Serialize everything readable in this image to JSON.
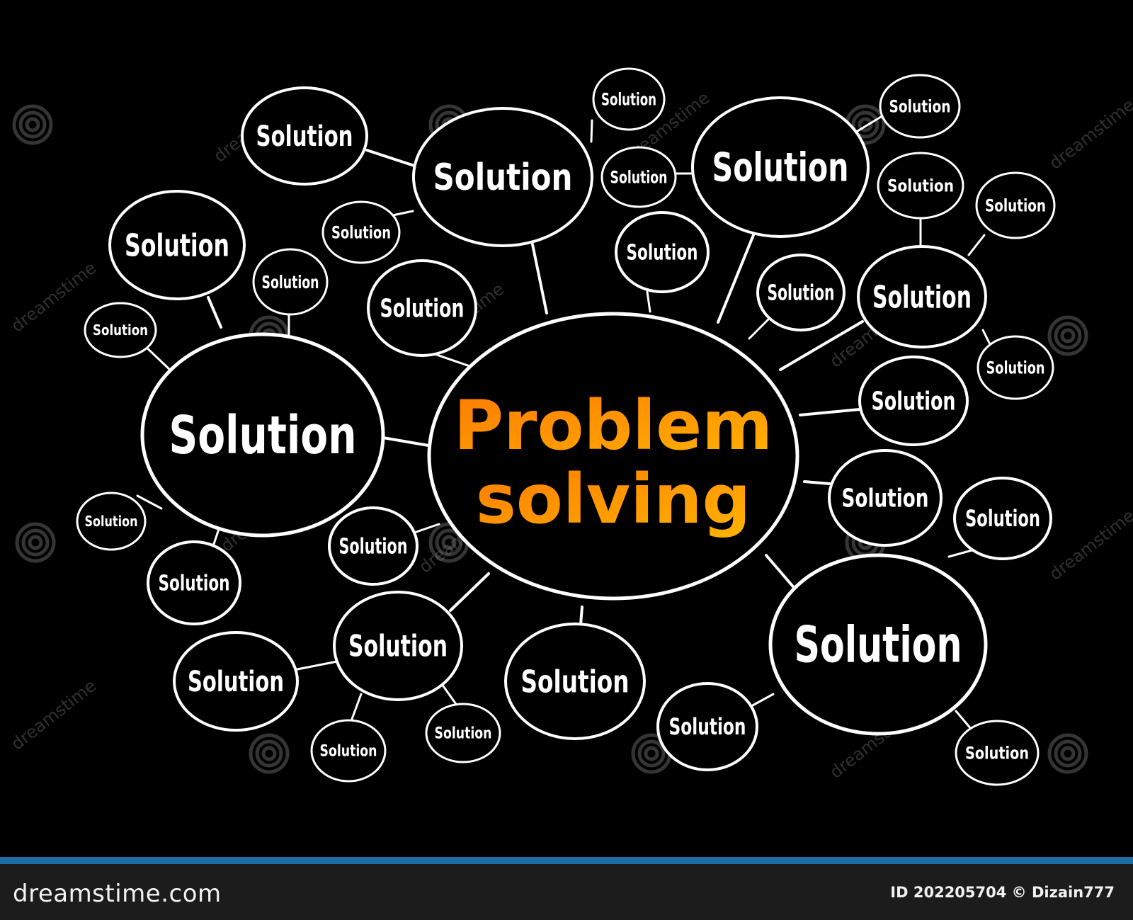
{
  "diagram": {
    "central_line1": "Problem",
    "central_line2": "solving",
    "node_label": "Solution",
    "stroke_color": "#ffffff",
    "center_gradient": [
      "#ff8a00",
      "#ffb000"
    ]
  },
  "watermark": {
    "text": "dreamstime",
    "icon": "spiral-logo-icon"
  },
  "footer": {
    "site": "dreamstime.com",
    "id_text": "ID 202205704",
    "copyright_symbol": "©",
    "author": "Dizain777",
    "bar_color": "#1e6ea6"
  }
}
